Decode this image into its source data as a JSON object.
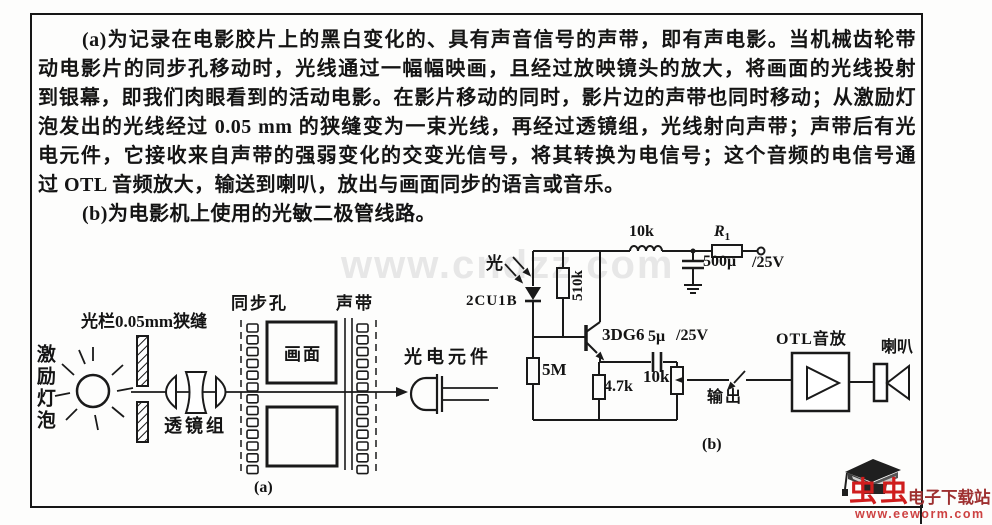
{
  "paragraph": {
    "lines": [
      "(a)为记录在电影胶片上的黑白变化的、具有声音信号的声带，即有声电影。当机械齿轮带",
      "动电影片的同步孔移动时，光线通过一幅幅映画，且经过放映镜头的放大，将画面的光线投射",
      "到银幕，即我们肉眼看到的活动电影。在影片移动的同时，影片边的声带也同时移动；从激励灯",
      "泡发出的光线经过 0.05 mm 的狭缝变为一束光线，再经过透镜组，光线射向声带；声带后有光",
      "电元件，它接收来自声带的强弱变化的交变光信号，将其转换为电信号；这个音频的电信号通",
      "过 OTL 音频放大，输送到喇叭，放出与画面同步的语言或音乐。",
      "(b)为电影机上使用的光敏二极管线路。"
    ]
  },
  "watermark": "www.cndzz.com",
  "diagram_a": {
    "lamp_label": "激励灯泡",
    "slit_label": "光栏0.05mm狭缝",
    "lens_label": "透镜组",
    "sync_holes_label": "同步孔",
    "frame_label": "画面",
    "sound_track_label": "声带",
    "caption": "(a)"
  },
  "diagram_b": {
    "photo_element_label": "光电元件",
    "light_label": "光",
    "photodiode_part": "2CU1B",
    "resistor_510k": "510k",
    "transistor_part": "3DG6",
    "cap_5u": "5μ",
    "cap_5u_voltage": "/25V",
    "resistor_5m": "5M",
    "resistor_47k": "4.7k",
    "pot_10k": "10k",
    "resistor_10k_top": "10k",
    "r1_symbol": "R",
    "r1_subscript": "1",
    "cap_500u": "500μ",
    "cap_500u_voltage": "/25V",
    "output_label": "输出",
    "amplifier_label": "OTL音放",
    "speaker_label": "喇叭",
    "caption": "(b)"
  },
  "logo": {
    "brand": "虫虫",
    "site_name": "电子下载站",
    "url": "www.eeworm.com"
  },
  "colors": {
    "ink": "#1a1a1a",
    "brand_red": "#cf1d1d",
    "site_red": "#9e3030",
    "url_red": "#cd4242",
    "watermark_gray": "#e7e7e7"
  }
}
